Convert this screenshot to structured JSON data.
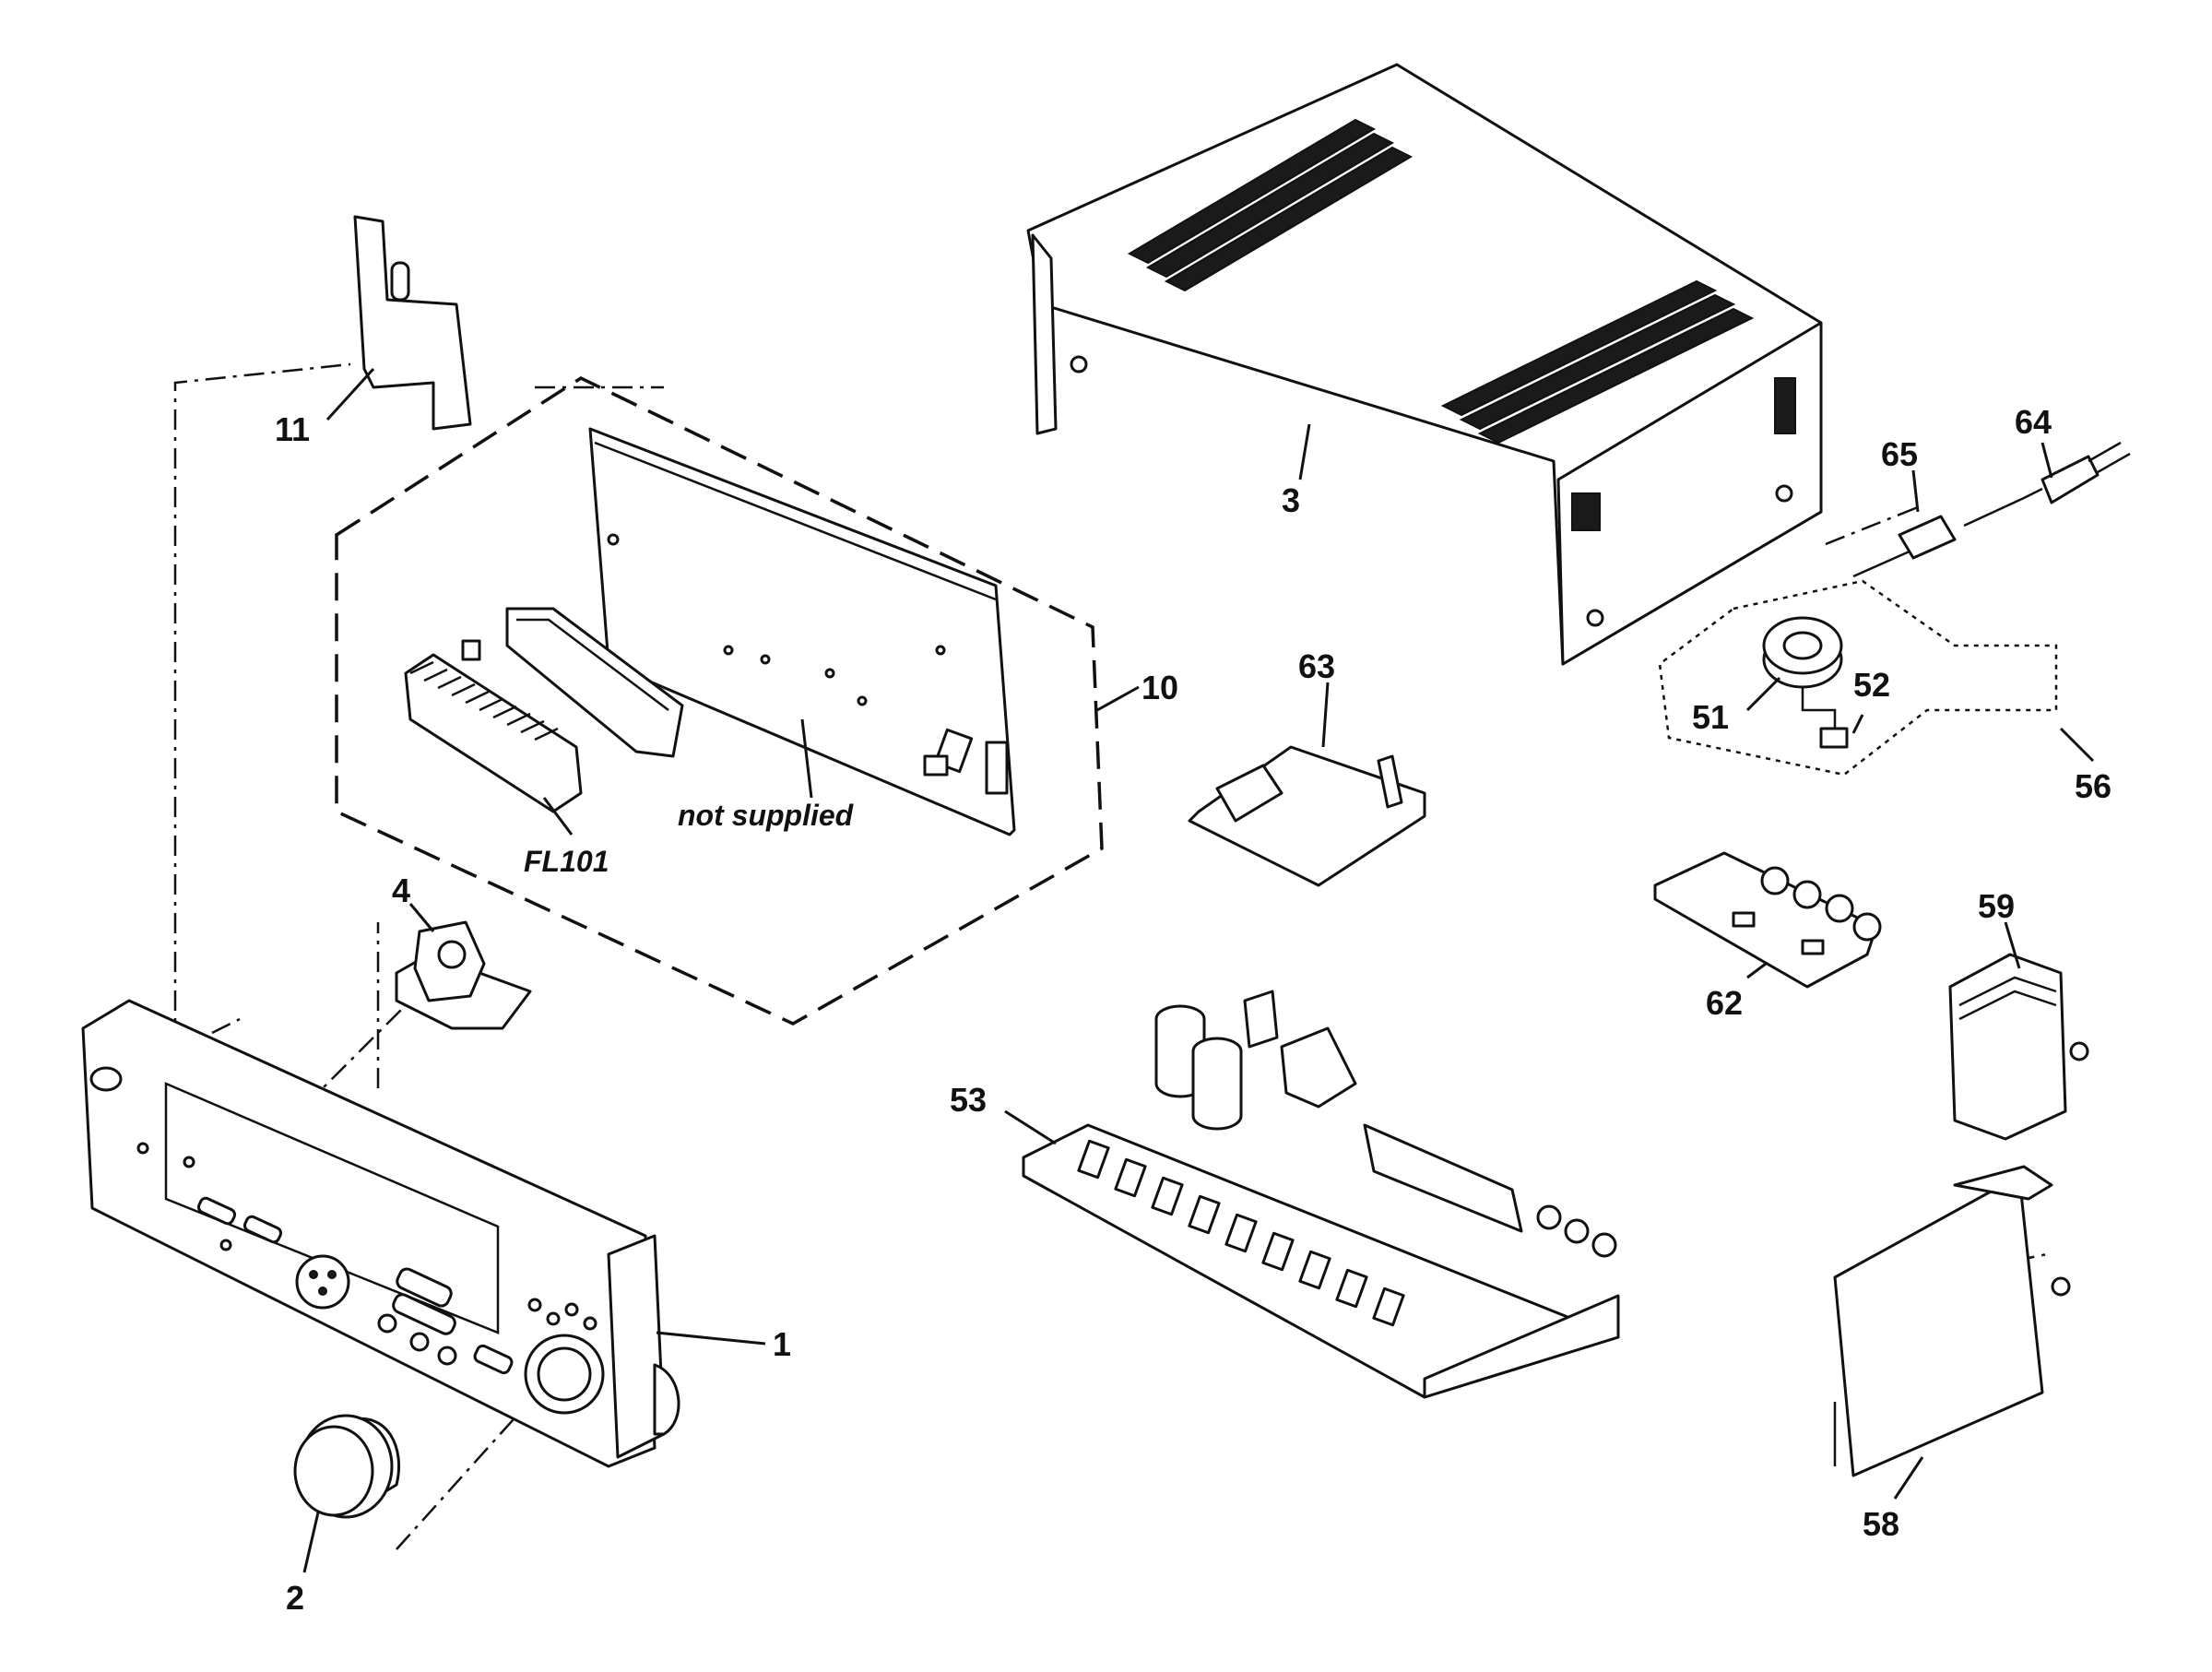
{
  "labels": {
    "part_1": "1",
    "part_2": "2",
    "part_3": "3",
    "part_4": "4",
    "part_10": "10",
    "part_11": "11",
    "part_51": "51",
    "part_52": "52",
    "part_53": "53",
    "part_56": "56",
    "part_58": "58",
    "part_59": "59",
    "part_62": "62",
    "part_63": "63",
    "part_64": "64",
    "part_65": "65",
    "fl101": "FL101",
    "not_supplied": "not supplied"
  },
  "icons": {
    "front_panel": "front-panel-icon",
    "knob": "knob-icon",
    "cover": "cover-icon",
    "board": "circuit-board-icon",
    "display": "display-tube-icon",
    "power_cord": "power-cord-icon",
    "transformer": "transformer-icon"
  }
}
